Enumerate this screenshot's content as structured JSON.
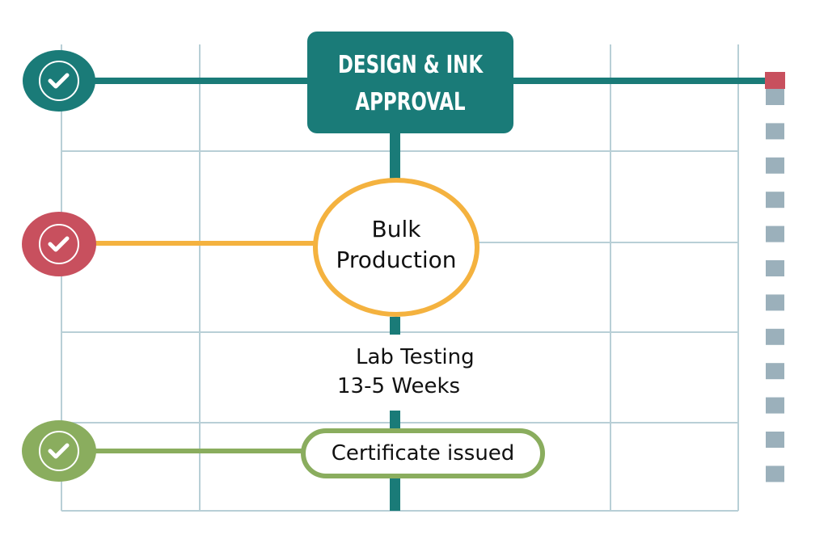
{
  "steps": {
    "design": {
      "label_line1": "DESIGN & INK",
      "label_line2": "APPROVAL",
      "color": "#1a7b78"
    },
    "bulk": {
      "label_line1": "Bulk",
      "label_line2": "Production",
      "color": "#f4b23f"
    },
    "lab": {
      "label_line1": "Lab Testing",
      "label_line2": "13-5 Weeks"
    },
    "certificate": {
      "label": "Certificate issued",
      "color": "#8aad5e"
    }
  },
  "checks": [
    {
      "icon": "check-icon",
      "color": "#1a7b78"
    },
    {
      "icon": "check-icon",
      "color": "#c8505e"
    },
    {
      "icon": "check-icon",
      "color": "#8aad5e"
    }
  ],
  "colors": {
    "grid": "#b8cfd6",
    "spine": "#1a7b78",
    "marker_active": "#c8505e",
    "marker": "#9bb0bb"
  },
  "marker_count": 12
}
